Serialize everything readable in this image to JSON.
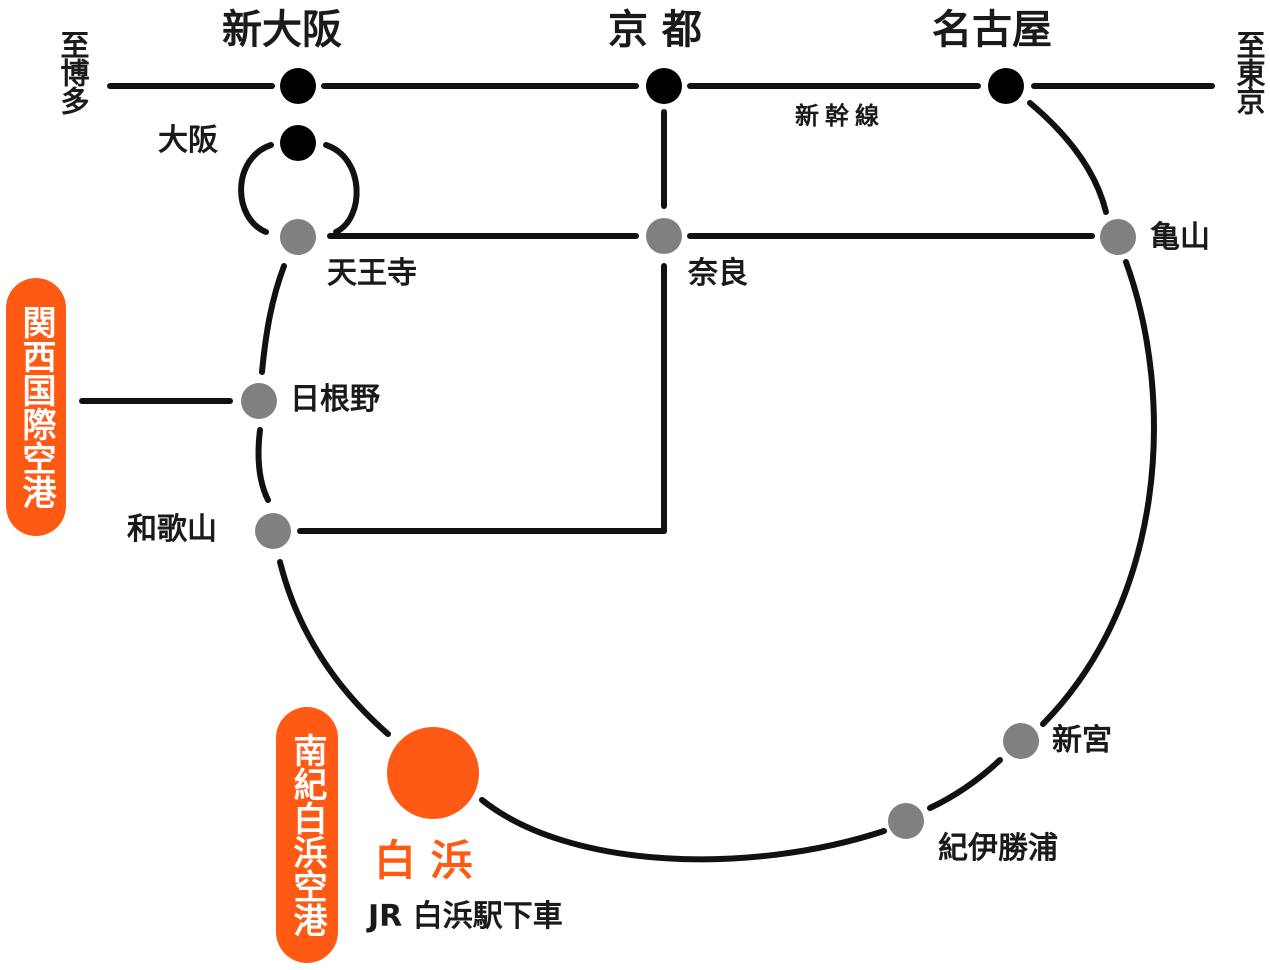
{
  "colors": {
    "line": "#111111",
    "major_station": "#000000",
    "minor_station": "#808080",
    "accent": "#ff5a14",
    "text": "#1a1a1a"
  },
  "shinkansen": {
    "label": "新幹線",
    "to_west": "至博多",
    "to_east": "至東京",
    "stations": {
      "shin_osaka": "新大阪",
      "kyoto": "京 都",
      "nagoya": "名古屋"
    }
  },
  "stations": {
    "osaka": "大阪",
    "tennoji": "天王寺",
    "nara": "奈良",
    "kameyama": "亀山",
    "hineno": "日根野",
    "wakayama": "和歌山",
    "shingu": "新宮",
    "kii_katsuura": "紀伊勝浦"
  },
  "destination": {
    "name": "白 浜",
    "note": "JR 白浜駅下車"
  },
  "airports": {
    "kansai": "関西国際空港",
    "nanki_shirahama": "南紀白浜空港"
  }
}
